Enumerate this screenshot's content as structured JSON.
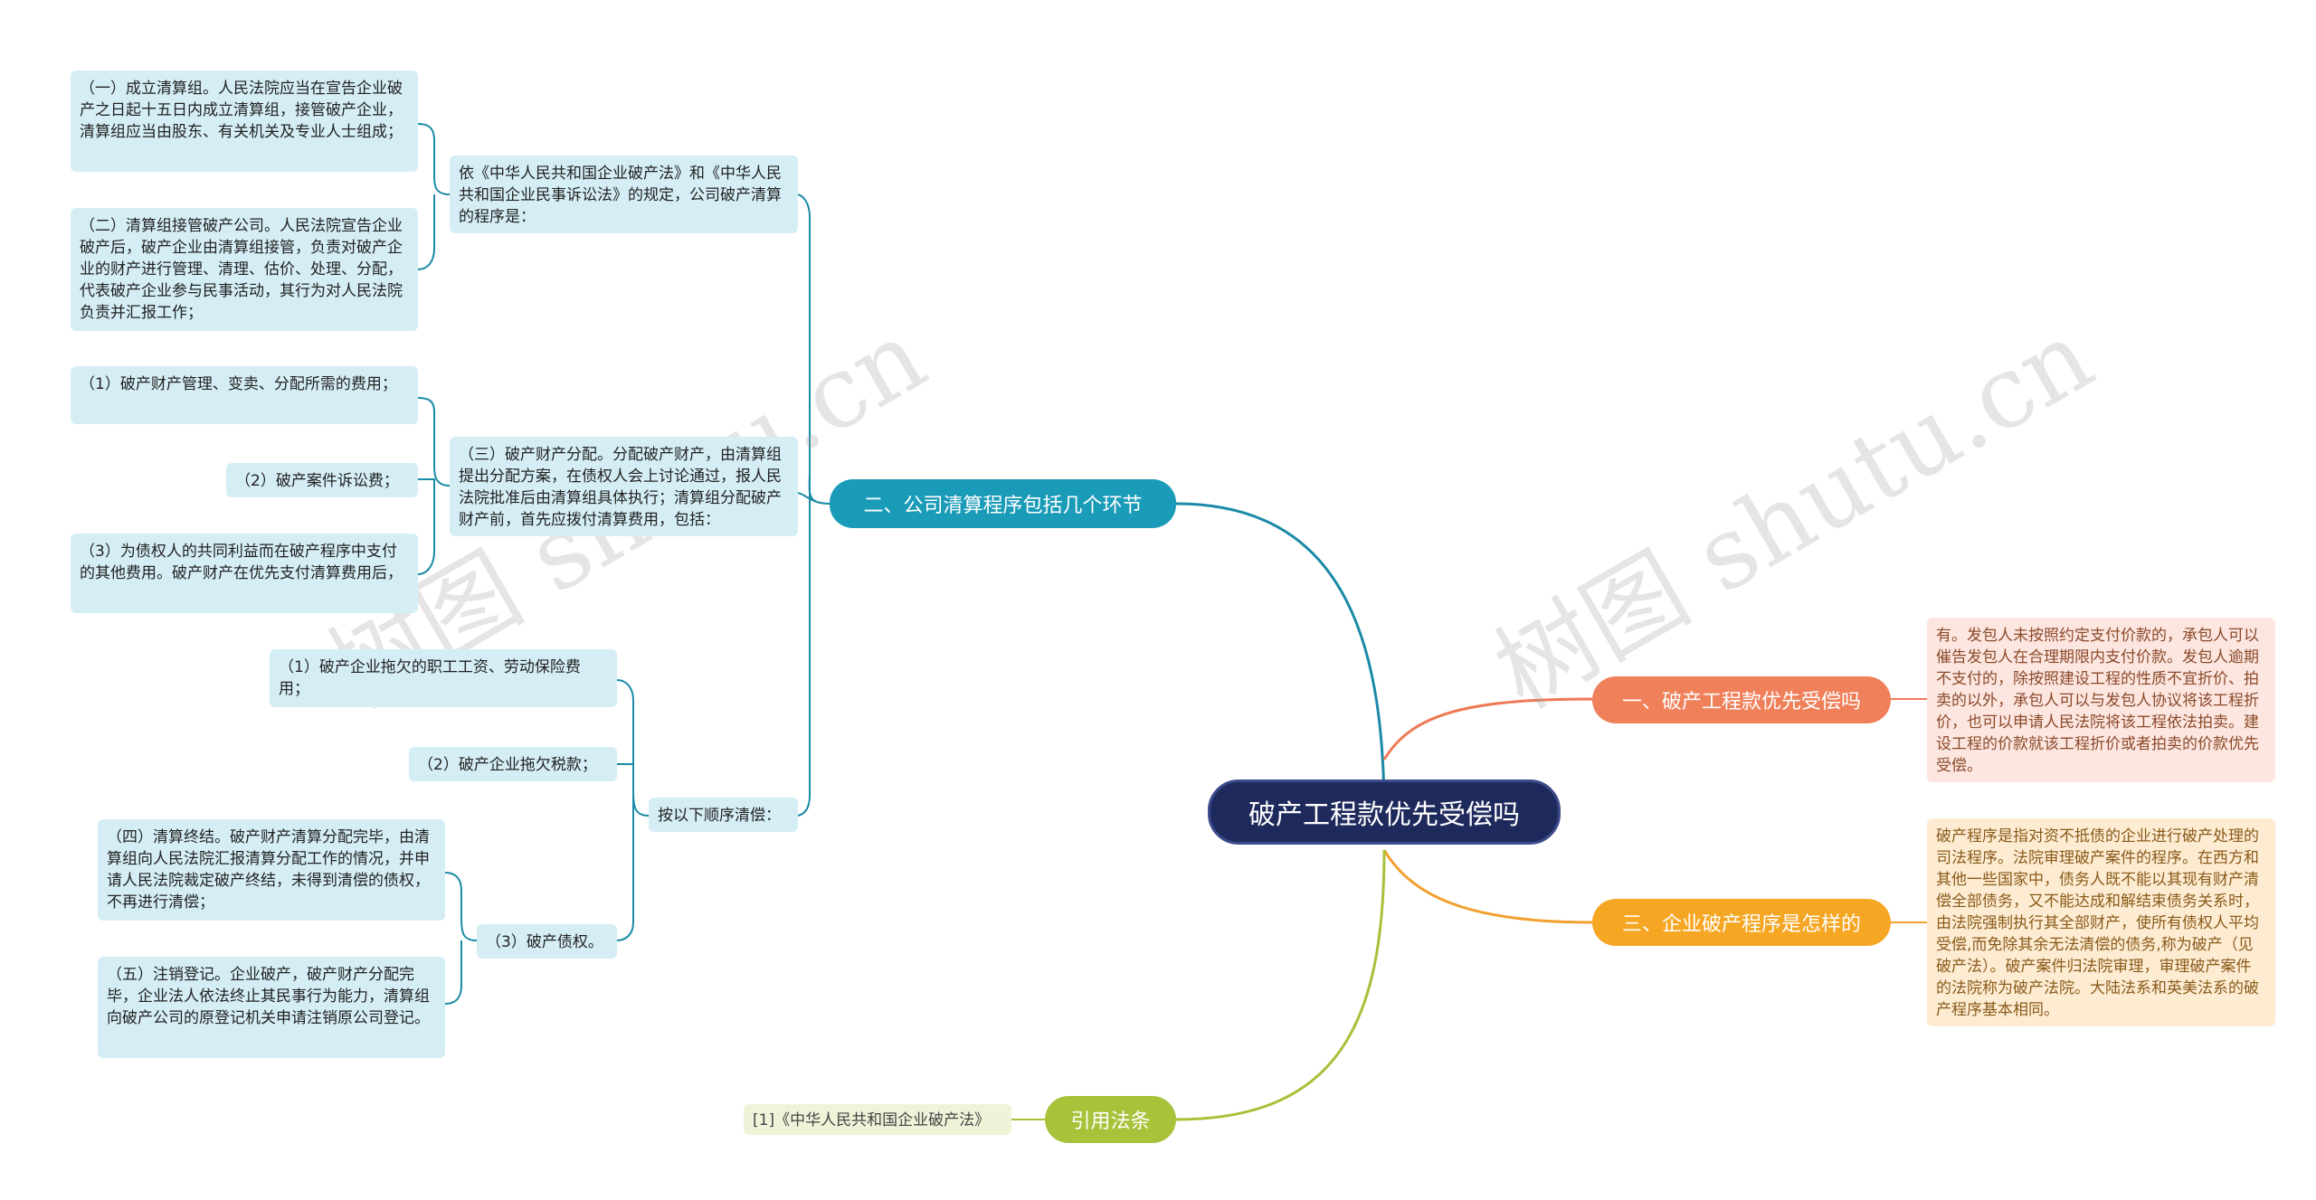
{
  "root": "破产工程款优先受偿吗",
  "watermark": "树图 shutu.cn",
  "branches": {
    "b2": "二、公司清算程序包括几个环节",
    "b1": "一、破产工程款优先受偿吗",
    "b3": "三、企业破产程序是怎样的",
    "b4": "引用法条"
  },
  "b2_children": {
    "procedure_intro": "依《中华人民共和国企业破产法》和《中华人民共和国企业民事诉讼法》的规定，公司破产清算的程序是：",
    "step1": "（一）成立清算组。人民法院应当在宣告企业破产之日起十五日内成立清算组，接管破产企业，清算组应当由股东、有关机关及专业人士组成；",
    "step2": "（二）清算组接管破产公司。人民法院宣告企业破产后，破产企业由清算组接管，负责对破产企业的财产进行管理、清理、估价、处理、分配，代表破产企业参与民事活动，其行为对人民法院负责并汇报工作；",
    "step3": "（三）破产财产分配。分配破产财产，由清算组提出分配方案，在债权人会上讨论通过，报人民法院批准后由清算组具体执行；清算组分配破产财产前，首先应拨付清算费用，包括：",
    "fee1": "（1）破产财产管理、变卖、分配所需的费用；",
    "fee2": "（2）破产案件诉讼费；",
    "fee3": "（3）为债权人的共同利益而在破产程序中支付的其他费用。破产财产在优先支付清算费用后，",
    "order_intro": "按以下顺序清偿：",
    "order1": "（1）破产企业拖欠的职工工资、劳动保险费用；",
    "order2": "（2）破产企业拖欠税款；",
    "order3": "（3）破产债权。",
    "step4": "（四）清算终结。破产财产清算分配完毕，由清算组向人民法院汇报清算分配工作的情况，并申请人民法院裁定破产终结，未得到清偿的债权，不再进行清偿；",
    "step5": "（五）注销登记。企业破产，破产财产分配完毕，企业法人依法终止其民事行为能力，清算组向破产公司的原登记机关申请注销原公司登记。"
  },
  "b1_child": "有。发包人未按照约定支付价款的，承包人可以催告发包人在合理期限内支付价款。发包人逾期不支付的，除按照建设工程的性质不宜折价、拍卖的以外，承包人可以与发包人协议将该工程折价，也可以申请人民法院将该工程依法拍卖。建设工程的价款就该工程折价或者拍卖的价款优先受偿。",
  "b3_child": "破产程序是指对资不抵债的企业进行破产处理的司法程序。法院审理破产案件的程序。在西方和其他一些国家中，债务人既不能以其现有财产清偿全部债务，又不能达成和解结束债务关系时，由法院强制执行其全部财产，使所有债权人平均受偿,而免除其余无法清偿的债务,称为破产（见破产法）。破产案件归法院审理，审理破产案件的法院称为破产法院。大陆法系和英美法系的破产程序基本相同。",
  "b4_child": "[1]《中华人民共和国企业破产法》",
  "colors": {
    "root": "#1f2a5c",
    "b2": "#1a9bb8",
    "b1": "#f0805a",
    "b3": "#f5a623",
    "b4": "#a8c23a",
    "link_b2": "#1a8aa6",
    "link_b1": "#ee7a55",
    "link_b3": "#f2a030",
    "link_b4": "#a9c03a"
  }
}
